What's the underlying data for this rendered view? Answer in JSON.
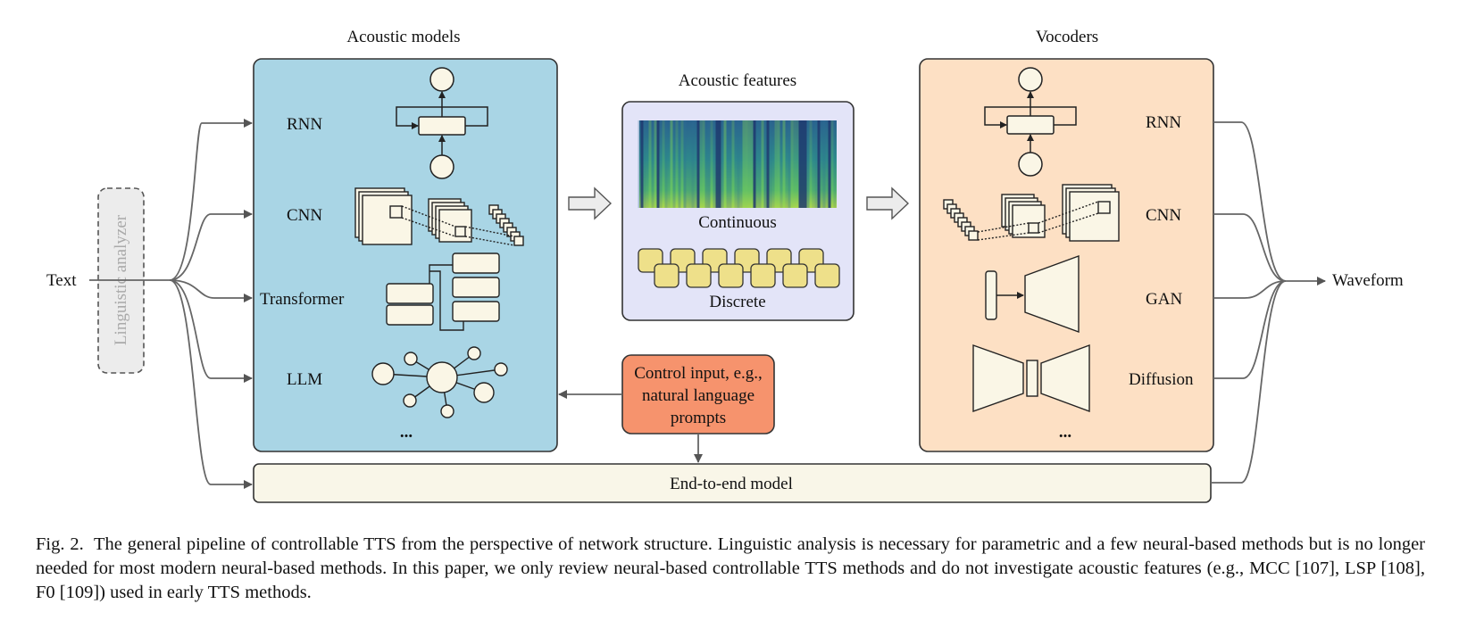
{
  "input": {
    "text": "Text",
    "analyzer": "Linguistic analyzer"
  },
  "acoustic_models": {
    "title": "Acoustic models",
    "items": [
      "RNN",
      "CNN",
      "Transformer",
      "LLM"
    ],
    "more": "..."
  },
  "acoustic_features": {
    "title": "Acoustic features",
    "continuous": "Continuous",
    "discrete": "Discrete"
  },
  "vocoders": {
    "title": "Vocoders",
    "items": [
      "RNN",
      "CNN",
      "GAN",
      "Diffusion"
    ],
    "more": "..."
  },
  "control": {
    "line1": "Control input, e.g.,",
    "line2": "natural language",
    "line3": "prompts"
  },
  "end_to_end": "End-to-end model",
  "output": "Waveform",
  "caption": {
    "label": "Fig. 2.",
    "text": "The general pipeline of controllable TTS from the perspective of network structure. Linguistic analysis is necessary for parametric and a few neural-based methods but is no longer needed for most modern neural-based methods. In this paper, we only review neural-based controllable TTS methods and do not investigate acoustic features (e.g., MCC [107], LSP [108], F0 [109]) used in early TTS methods."
  },
  "colors": {
    "acoustic_models_fill": "#a9d5e5",
    "acoustic_features_fill": "#e3e4f8",
    "vocoders_fill": "#fde0c4",
    "control_fill": "#f6936d",
    "end_to_end_fill": "#f9f6e8",
    "discrete_token_fill": "#eee08a",
    "component_fill": "#faf6e6"
  }
}
